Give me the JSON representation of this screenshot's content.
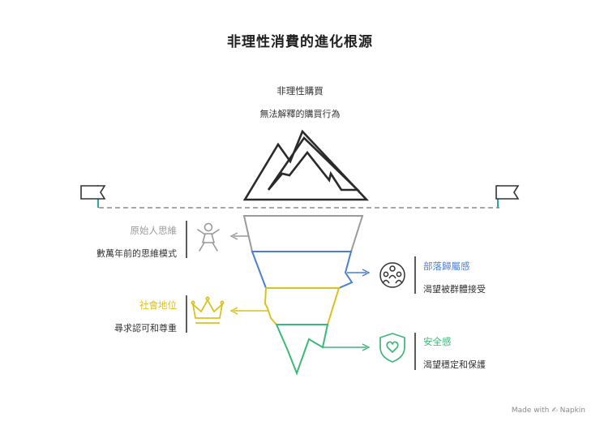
{
  "title": "非理性消費的進化根源",
  "top": {
    "heading": "非理性購買",
    "description": "無法解釋的購買行為"
  },
  "layers": [
    {
      "heading": "原始人思維",
      "description": "數萬年前的思維模式",
      "color": "#9a9a9a",
      "side": "left",
      "icon": "primitive-person-icon"
    },
    {
      "heading": "部落歸屬感",
      "description": "渴望被群體接受",
      "color": "#4a7fd0",
      "side": "right",
      "icon": "group-people-icon"
    },
    {
      "heading": "社會地位",
      "description": "尋求認可和尊重",
      "color": "#d9c21e",
      "side": "left",
      "icon": "crown-icon"
    },
    {
      "heading": "安全感",
      "description": "渴望穩定和保護",
      "color": "#3cb878",
      "side": "right",
      "icon": "heart-shield-icon"
    }
  ],
  "watermark": "Made with ✍ Napkin"
}
